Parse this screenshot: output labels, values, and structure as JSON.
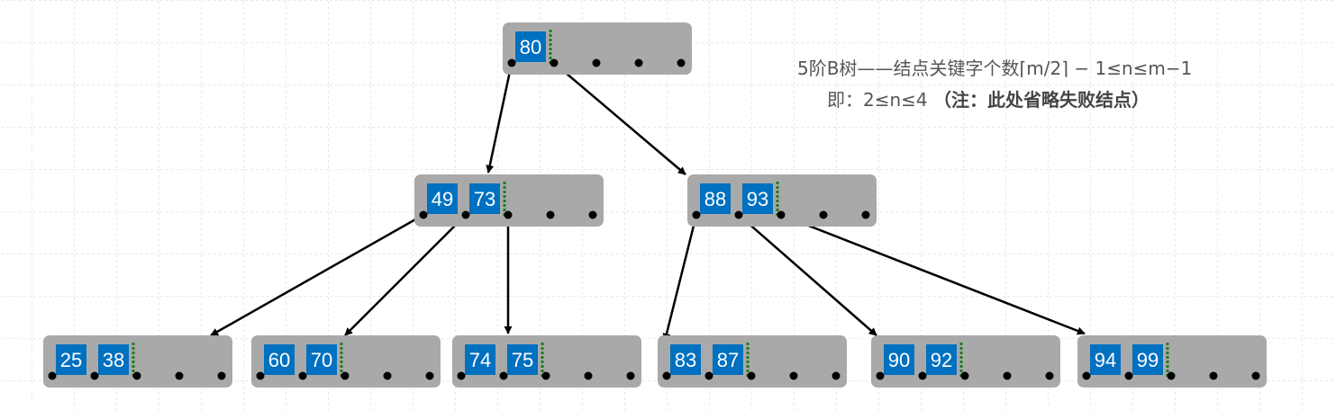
{
  "diagram": {
    "colors": {
      "node_fill": "#a9a9a9",
      "key_fill": "#0070c0",
      "separator": "#1e7b1e",
      "edge": "#000000",
      "grid": "#c9d3e6"
    },
    "nodes": [
      {
        "id": "root",
        "keys": [
          "80"
        ]
      },
      {
        "id": "n-49-73",
        "keys": [
          "49",
          "73"
        ]
      },
      {
        "id": "n-88-93",
        "keys": [
          "88",
          "93"
        ]
      },
      {
        "id": "leaf-25-38",
        "keys": [
          "25",
          "38"
        ]
      },
      {
        "id": "leaf-60-70",
        "keys": [
          "60",
          "70"
        ]
      },
      {
        "id": "leaf-74-75",
        "keys": [
          "74",
          "75"
        ]
      },
      {
        "id": "leaf-83-87",
        "keys": [
          "83",
          "87"
        ]
      },
      {
        "id": "leaf-90-92",
        "keys": [
          "90",
          "92"
        ]
      },
      {
        "id": "leaf-94-99",
        "keys": [
          "94",
          "99"
        ]
      }
    ],
    "edges": [
      {
        "from": "root",
        "pointer": 0,
        "to": "n-49-73"
      },
      {
        "from": "root",
        "pointer": 1,
        "to": "n-88-93"
      },
      {
        "from": "n-49-73",
        "pointer": 0,
        "to": "leaf-25-38"
      },
      {
        "from": "n-49-73",
        "pointer": 1,
        "to": "leaf-60-70"
      },
      {
        "from": "n-49-73",
        "pointer": 2,
        "to": "leaf-74-75"
      },
      {
        "from": "n-88-93",
        "pointer": 0,
        "to": "leaf-83-87"
      },
      {
        "from": "n-88-93",
        "pointer": 1,
        "to": "leaf-90-92"
      },
      {
        "from": "n-88-93",
        "pointer": 2,
        "to": "leaf-94-99"
      }
    ]
  },
  "notes": {
    "line1": "5阶B树——结点关键字个数⌈m/2⌉ − 1≤n≤m−1",
    "line2_prefix": "即：2≤n≤4",
    "line2_bold": "（注：此处省略失败结点）"
  }
}
